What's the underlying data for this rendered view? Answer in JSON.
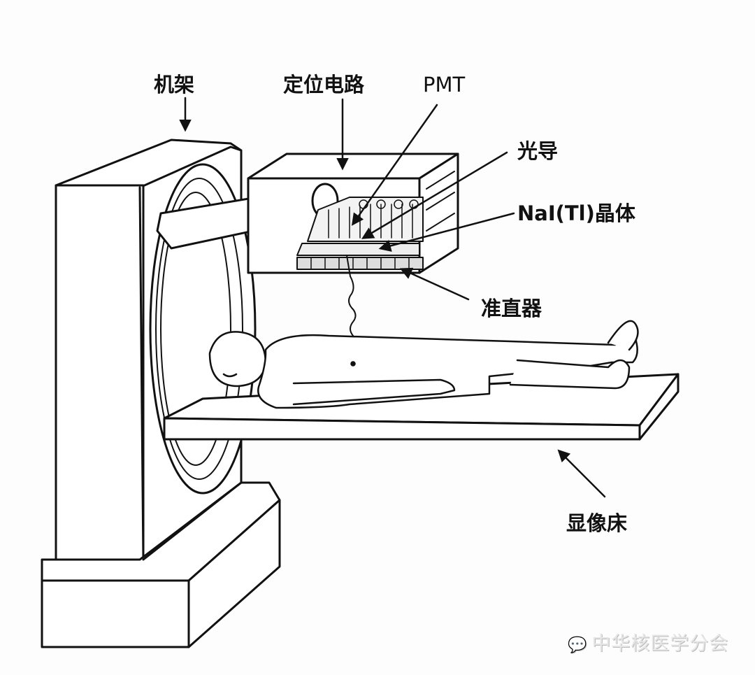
{
  "labels": {
    "gantry": "机架",
    "positioning_circuit": "定位电路",
    "pmt": "PMT",
    "light_guide": "光导",
    "crystal": "NaI(Tl)晶体",
    "collimator": "准直器",
    "imaging_bed": "显像床"
  },
  "watermark": {
    "icon": "wechat-icon",
    "text": "中华核医学分会"
  }
}
